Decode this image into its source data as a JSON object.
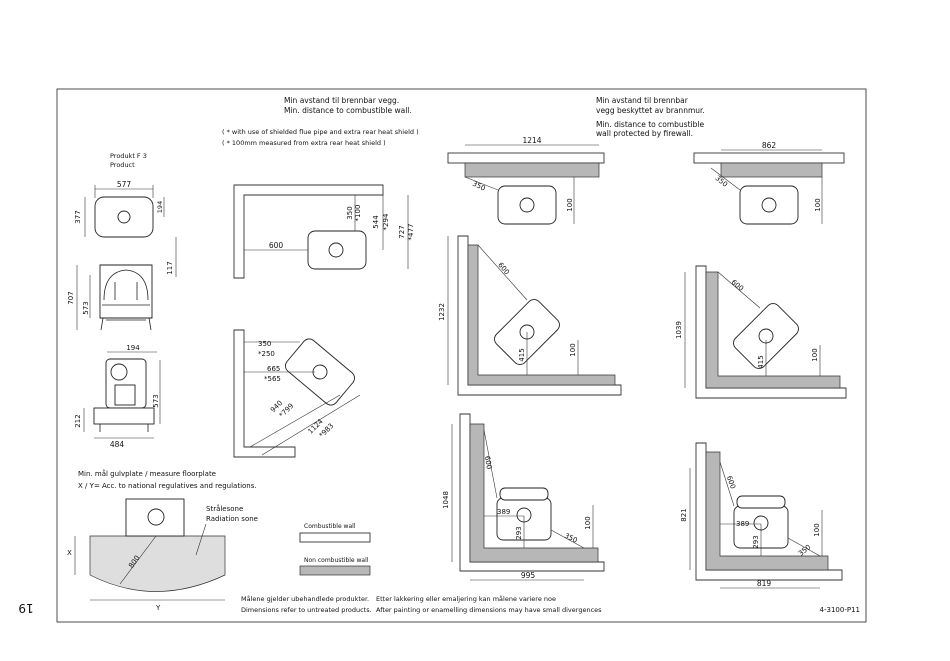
{
  "page": {
    "page_number": "19",
    "drawing_code": "4-3100-P11"
  },
  "headings": {
    "combustible_no": "Min avstand til brennbar vegg.",
    "combustible_en": "Min. distance to combustible wall.",
    "shielded_note1": "( * with use of shielded flue pipe and extra rear heat shield )",
    "shielded_note2": "( * 100mm measured from extra rear heat shield )",
    "protected_no1": "Min avstand til brennbar",
    "protected_no2": "vegg beskyttet av brannmur.",
    "protected_en1": "Min. distance to combustible",
    "protected_en2": "wall protected by firewall."
  },
  "product": {
    "label_no": "Produkt F 3",
    "label_en": "Product",
    "dims": {
      "top_width": "577",
      "top_depth": "377",
      "top_small": "194",
      "leg": "117",
      "height_total": "707",
      "height_body": "573",
      "side_top": "194",
      "side_height": "573",
      "side_base": "212",
      "side_width": "484"
    }
  },
  "floorplate": {
    "title": "Min. mål gulvplate / measure floorplate",
    "note": "X / Y= Acc. to national regulatives and regulations.",
    "radiation_no": "Strålesone",
    "radiation_en": "Radiation sone",
    "radius": "800",
    "x_label": "X",
    "y_label": "Y"
  },
  "legend": {
    "combustible": "Combustible wall",
    "non_combustible": "Non combustible wall"
  },
  "rear_wall": {
    "d350": "350",
    "d100s": "*100",
    "d544": "544",
    "d294s": "*294",
    "d727": "727",
    "d477s": "*477",
    "d600": "600"
  },
  "corner": {
    "d350": "350",
    "d250s": "*250",
    "d665": "665",
    "d565s": "*565",
    "d940": "940",
    "d799s": "*799",
    "d1124": "1124",
    "d983s": "*983"
  },
  "fw_rear1": {
    "width": "1214",
    "side": "350",
    "rear": "100"
  },
  "fw_rear2": {
    "width": "862",
    "side": "350",
    "rear": "100"
  },
  "fw_corner1": {
    "height": "1232",
    "diag": "600",
    "d415": "415",
    "d100": "100"
  },
  "fw_corner2": {
    "height": "1039",
    "diag": "600",
    "d415": "415",
    "d100": "100"
  },
  "fw_side1": {
    "height": "1048",
    "d600": "600",
    "d389": "389",
    "d293": "293",
    "d350": "350",
    "d100": "100",
    "width": "995"
  },
  "fw_side2": {
    "height": "821",
    "d600": "600",
    "d389": "389",
    "d293": "293",
    "d350": "350",
    "d100": "100",
    "width": "819"
  },
  "footer": {
    "no1": "Målene gjelder ubehandlede produkter.",
    "en1": "Dimensions refer to untreated products.",
    "no2": "Etter lakkering eller emaljering kan målene variere noe",
    "en2": "After painting or enamelling dimensions may have small divergences"
  }
}
